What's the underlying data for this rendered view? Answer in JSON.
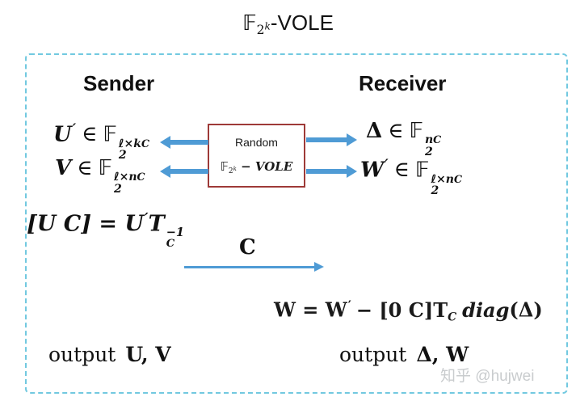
{
  "title": {
    "f": "𝔽",
    "sub": "2",
    "subsup": "k",
    "rest": "-VOLE"
  },
  "frame": {
    "sender": {
      "heading": "Sender",
      "u": {
        "var": "U",
        "prime": "′",
        "rel": "∈",
        "f": "𝔽",
        "sup": "ℓ×k",
        "sup_script": "C",
        "sub": "2"
      },
      "v": {
        "var": "V",
        "rel": "∈",
        "f": "𝔽",
        "sup": "ℓ×n",
        "sup_script": "C",
        "sub": "2"
      }
    },
    "receiver": {
      "heading": "Receiver",
      "delta": {
        "var": "Δ",
        "rel": "∈",
        "f": "𝔽",
        "sup": "n",
        "sup_script": "C",
        "sub": "2"
      },
      "w": {
        "var": "W",
        "prime": "′",
        "rel": "∈",
        "f": "𝔽",
        "sup": "ℓ×n",
        "sup_script": "C",
        "sub": "2"
      }
    },
    "vole_box": {
      "line1": "Random",
      "f": "𝔽",
      "sub": "2",
      "subsup": "k",
      "rest": "− VOLE"
    },
    "sender_eq": {
      "lhs": "[U C] = U",
      "prime": "′",
      "t": "T",
      "sup": "−1",
      "sub": "C"
    },
    "c_message": {
      "label": "C"
    },
    "receiver_eq": {
      "pre": "W = W",
      "prime": "′",
      "mid": "− [0 C]T",
      "sub": "C",
      "fn": "diag",
      "arg": "(Δ)"
    },
    "sender_output": {
      "word": "output",
      "values": "U, V"
    },
    "receiver_output": {
      "word": "output",
      "values": "Δ, W"
    }
  },
  "watermark": "知乎 @hujwei",
  "colors": {
    "arrow": "#4f9bd5",
    "frame_border": "#72c9e0",
    "box_border": "#9e3a38",
    "text": "#111111",
    "watermark": "#c9ccce"
  }
}
